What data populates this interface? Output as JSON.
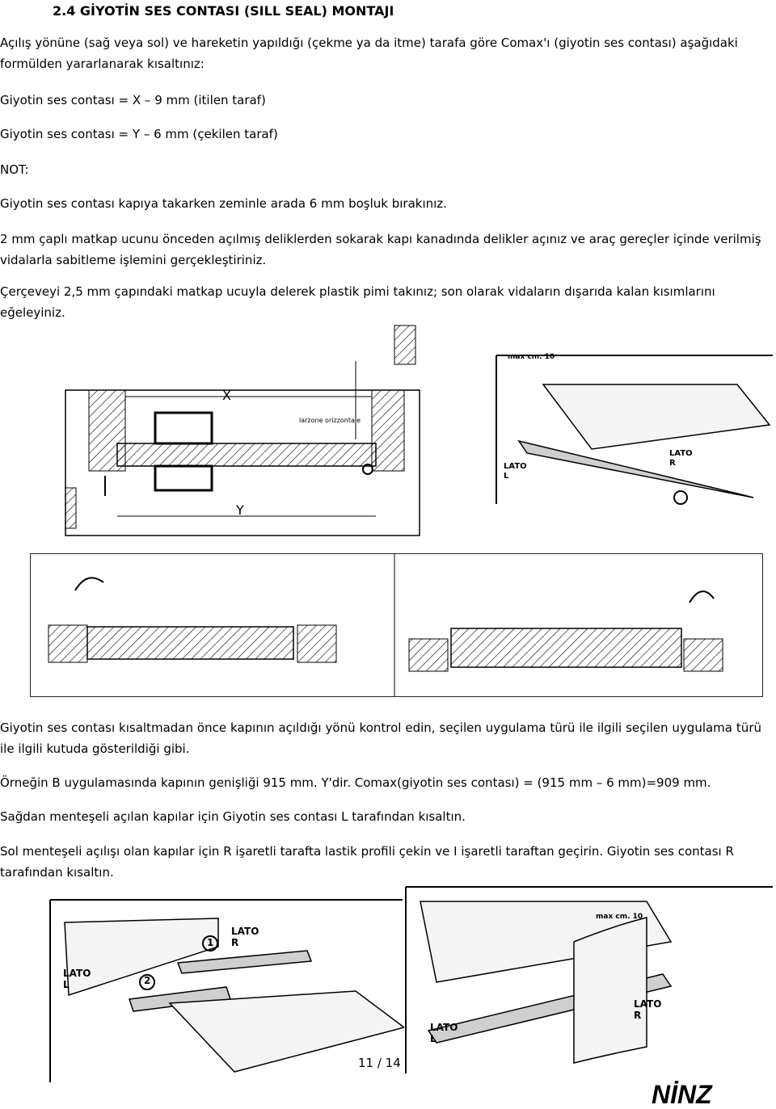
{
  "section": {
    "title": "2.4 GİYOTİN SES CONTASI (SILL SEAL) MONTAJI",
    "intro": "Açılış yönüne (sağ veya sol) ve hareketin yapıldığı (çekme ya da itme) tarafa göre Comax'ı (giyotin ses contası) aşağıdaki formülden yararlanarak kısaltınız:",
    "formula_push": "Giyotin ses contası = X – 9 mm (itilen taraf)",
    "formula_pull": "Giyotin ses contası = Y – 6 mm (çekilen taraf)",
    "note_label": "NOT:",
    "note_text": "Giyotin ses contası kapıya takarken zeminle arada 6 mm boşluk bırakınız.",
    "drill_text": "2 mm çaplı matkap ucunu önceden açılmış deliklerden sokarak kapı kanadında delikler açınız ve araç gereçler içinde verilmiş vidalarla sabitleme işlemini gerçekleştiriniz.",
    "frame_text": "Çerçeveyi 2,5 mm çapındaki matkap ucuyla delerek plastik pimi takınız; son olarak vidaların dışarıda kalan kısımlarını eğeleyiniz.",
    "check_text": "Giyotin ses contası kısaltmadan önce kapının açıldığı yönü kontrol edin, seçilen uygulama türü ile ilgili seçilen uygulama türü ile ilgili kutuda gösterildiği gibi.",
    "example_text": "Örneğin B uygulamasında kapının genişliği 915 mm. Y'dir.  Comax(giyotin ses contası) = (915 mm – 6 mm)=909 mm.",
    "right_hinge_text": "Sağdan menteşeli açılan kapılar için Giyotin ses contası L tarafından kısaltın.",
    "left_hinge_text": "Sol menteşeli açılışı olan kapılar için R işaretli tarafta lastik profili çekin ve I işaretli taraftan geçirin. Giyotin ses contası R tarafından kısaltın."
  },
  "figures": {
    "dim_x": "X",
    "dim_y": "Y",
    "door_label": "larzone orizzontale",
    "max_label": "max cm. 10",
    "lato_l": "LATO",
    "lato_l_letter": "L",
    "lato_r": "LATO",
    "lato_r_letter": "R",
    "step1": "1",
    "step2": "2"
  },
  "footer": {
    "page_number": "11 / 14",
    "logo_text": "NİNZ"
  }
}
